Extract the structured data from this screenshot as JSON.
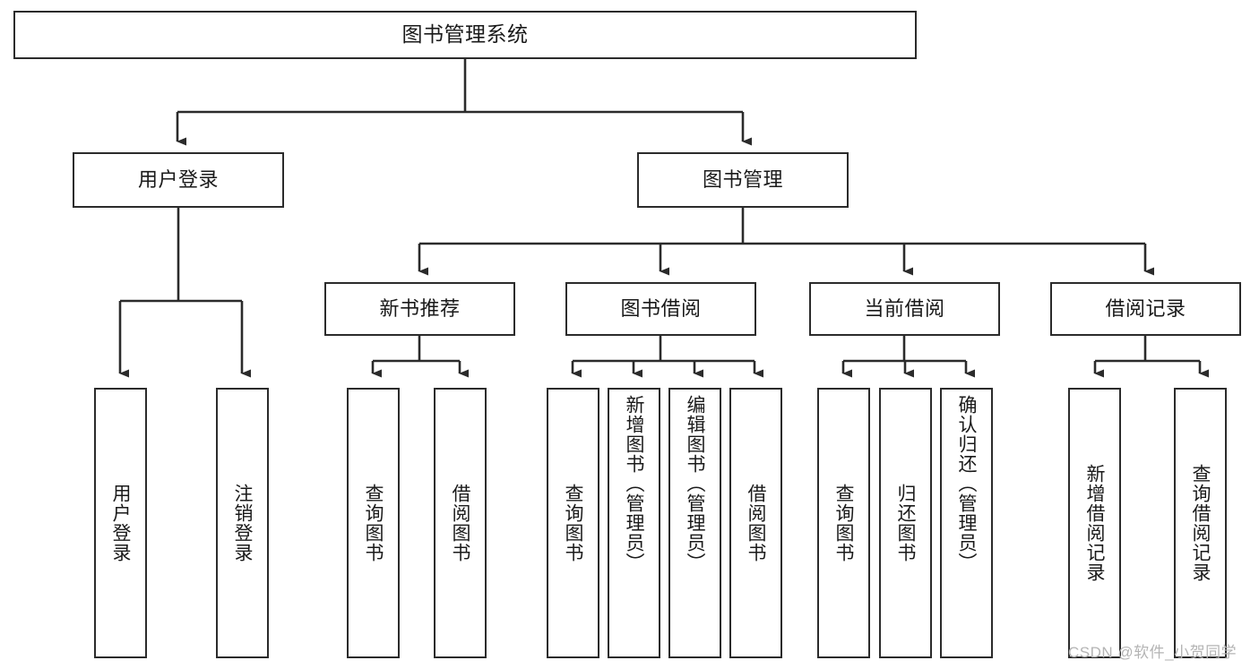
{
  "diagram": {
    "title": "图书管理系统",
    "type": "tree",
    "colors": {
      "background": "#ffffff",
      "node_fill": "#ffffff",
      "node_stroke": "#2b2b2b",
      "edge_stroke": "#2b2b2b",
      "text": "#1a1a1a",
      "watermark": "#b4b4b4"
    },
    "nodes": {
      "root": {
        "label": "图书管理系统"
      },
      "level2": [
        {
          "label": "用户登录"
        },
        {
          "label": "图书管理"
        }
      ],
      "level3": [
        {
          "label": "新书推荐"
        },
        {
          "label": "图书借阅"
        },
        {
          "label": "当前借阅"
        },
        {
          "label": "借阅记录"
        }
      ],
      "leaves_user_login": [
        {
          "label": "用户登录"
        },
        {
          "label": "注销登录"
        }
      ],
      "leaves_new_book": [
        {
          "label": "查询图书"
        },
        {
          "label": "借阅图书"
        }
      ],
      "leaves_borrow": [
        {
          "label": "查询图书"
        },
        {
          "label": "新增图书（管理员）"
        },
        {
          "label": "编辑图书（管理员）"
        },
        {
          "label": "借阅图书"
        }
      ],
      "leaves_current": [
        {
          "label": "查询图书"
        },
        {
          "label": "归还图书"
        },
        {
          "label": "确认归还（管理员）"
        }
      ],
      "leaves_records": [
        {
          "label": "新增借阅记录"
        },
        {
          "label": "查询借阅记录"
        }
      ]
    },
    "watermark": "CSDN @软件_小贺同学"
  }
}
